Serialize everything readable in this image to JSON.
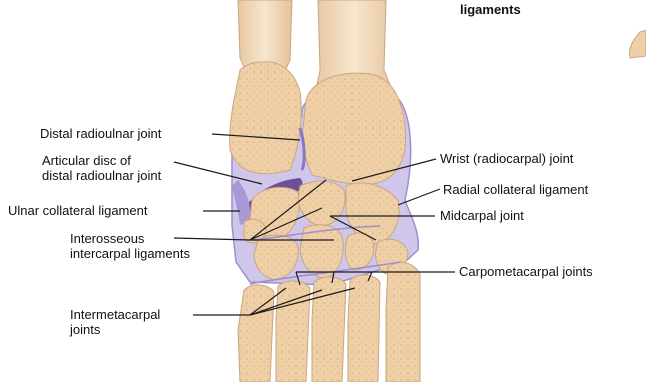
{
  "labels": {
    "top_right_partial": "ligaments",
    "distal_radioulnar_joint": "Distal radioulnar joint",
    "articular_disc_line1": "Articular disc of",
    "articular_disc_line2": "distal radioulnar joint",
    "ulnar_collateral_ligament": "Ulnar collateral ligament",
    "interosseous_line1": "Interosseous",
    "interosseous_line2": "intercarpal ligaments",
    "intermetacarpal_line1": "Intermetacarpal",
    "intermetacarpal_line2": "joints",
    "wrist_joint": "Wrist (radiocarpal) joint",
    "radial_collateral_ligament": "Radial collateral ligament",
    "midcarpal_joint": "Midcarpal joint",
    "carpometacarpal_joints": "Carpometacarpal joints"
  },
  "colors": {
    "bone_fill": "#efcfa6",
    "bone_outline": "#c9a682",
    "ligament": "#cfc6ea",
    "ligament_outline": "#9e90cf",
    "disc": "#6e4f9c",
    "leader_line": "#1a1a1a",
    "label_text": "#111111"
  }
}
